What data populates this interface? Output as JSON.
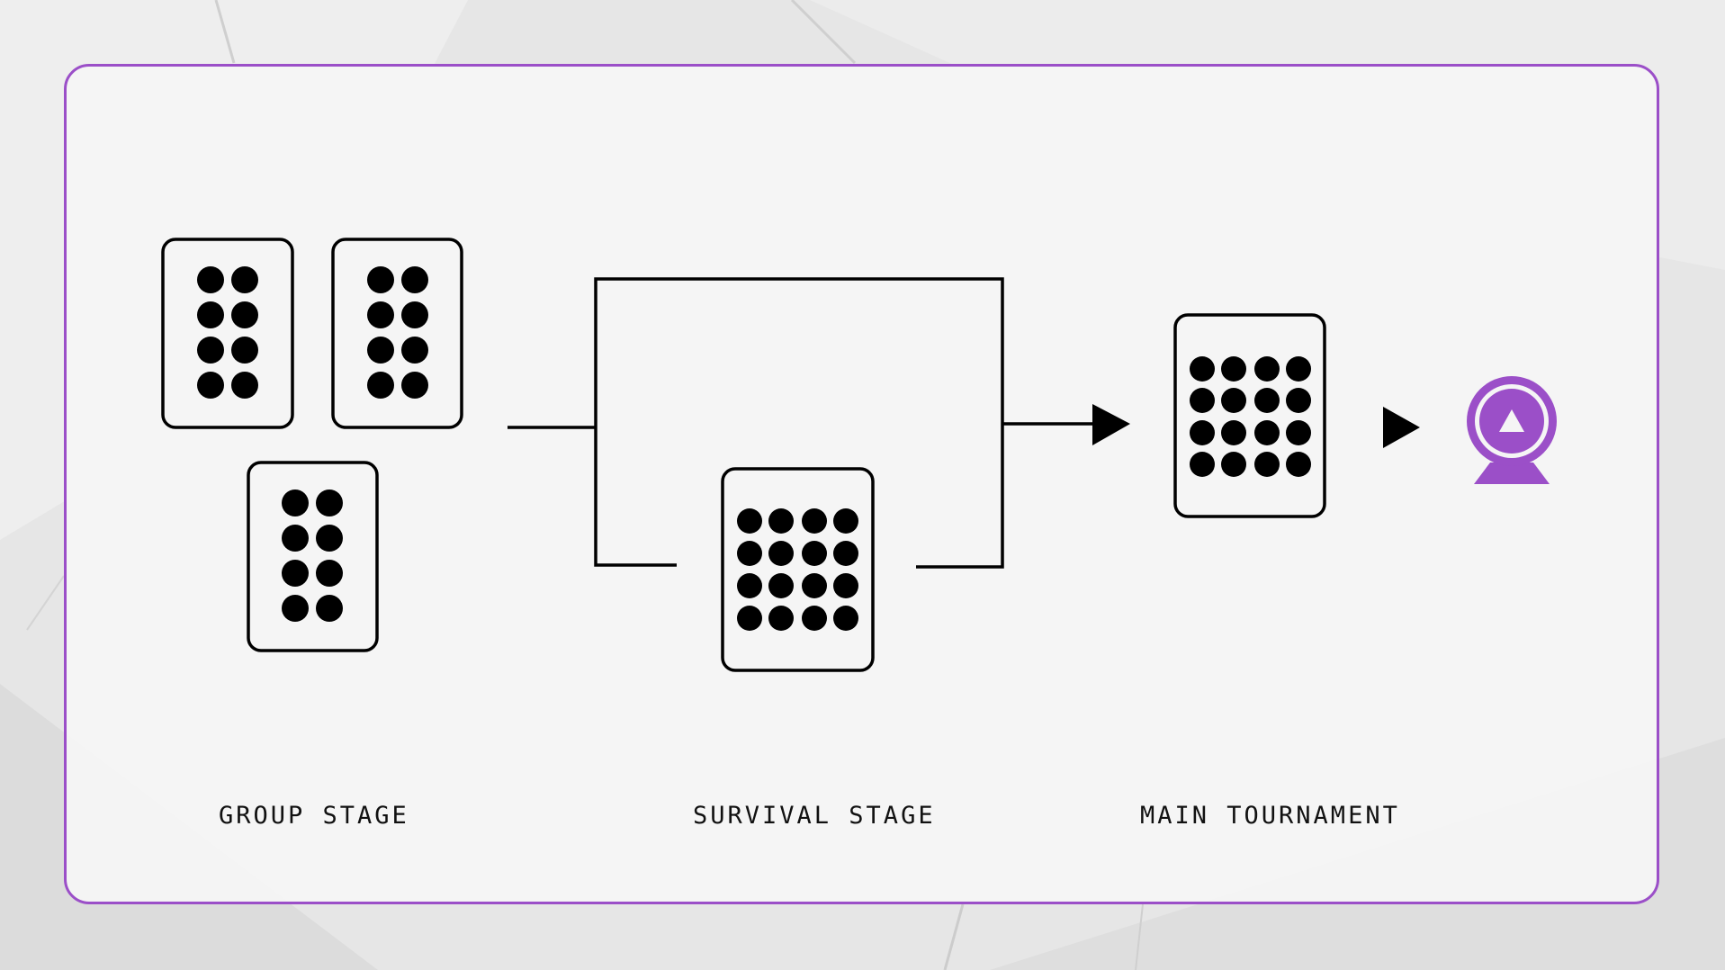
{
  "stages": [
    {
      "label": "GROUP STAGE"
    },
    {
      "label": "SURVIVAL STAGE"
    },
    {
      "label": "MAIN TOURNAMENT"
    }
  ],
  "colors": {
    "accent": "#9b4fc8",
    "ink": "#000000",
    "card_fill": "#f5f5f5"
  },
  "icons": [
    "arrow-right-icon",
    "play-arrow-icon",
    "trophy-icon"
  ]
}
